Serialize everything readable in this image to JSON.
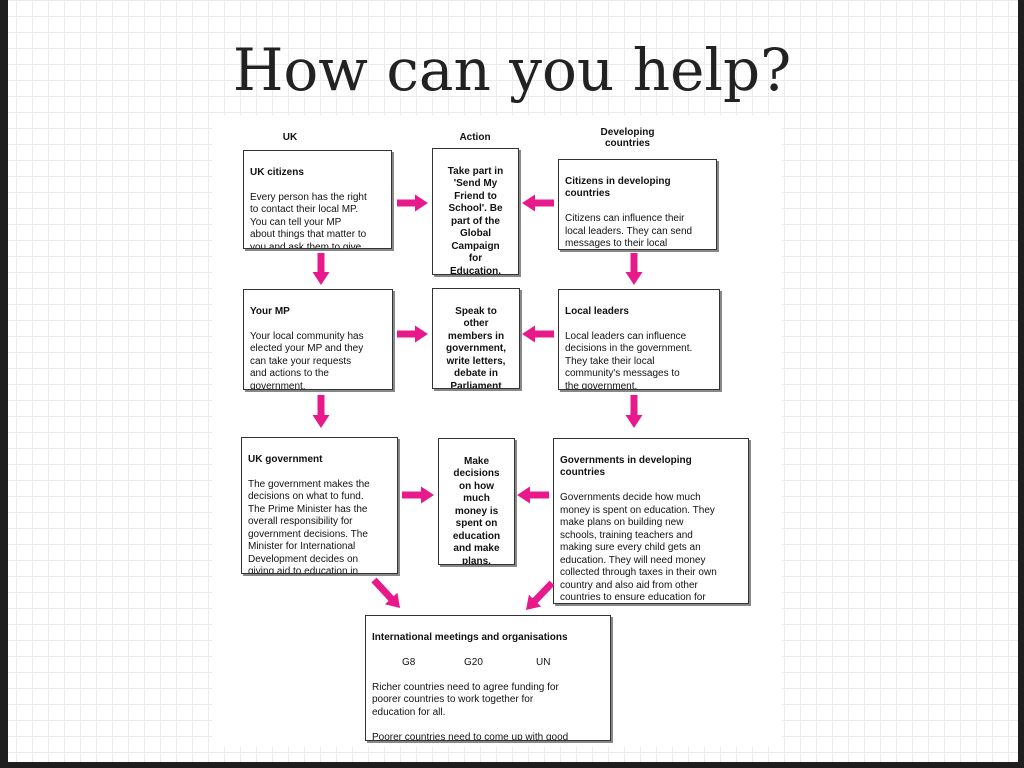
{
  "slide": {
    "title": "How can you help?"
  },
  "diagram": {
    "columns": {
      "uk": "UK",
      "action": "Action",
      "developing": "Developing\ncountries"
    },
    "uk_citizens": {
      "heading": "UK citizens",
      "body": "Every person has the right\nto contact their local MP.\nYou can tell your MP\nabout things that matter to\nyou and ask them to give\ntheir support."
    },
    "action_campaign": {
      "body": "Take part in\n'Send My\nFriend to\nSchool'. Be\npart of the\nGlobal\nCampaign\nfor\nEducation."
    },
    "dev_citizens": {
      "heading": "Citizens in developing\ncountries",
      "body": "Citizens can influence their\nlocal leaders. They can send\nmessages to their local\nleaders."
    },
    "your_mp": {
      "heading": "Your MP",
      "body": "Your local community has\nelected your MP and they\ncan take your requests\nand actions to the\ngovernment."
    },
    "action_speak": {
      "body": "Speak to\nother\nmembers in\ngovernment,\nwrite letters,\ndebate in\nParliament"
    },
    "local_leaders": {
      "heading": "Local leaders",
      "body": "Local leaders can influence\ndecisions in the government.\nThey take their local\ncommunity's messages to\nthe government."
    },
    "uk_government": {
      "heading": "UK government",
      "body": "The government makes the\ndecisions on what to fund.\nThe Prime Minister has the\noverall responsibility for\ngovernment decisions. The\nMinister for International\nDevelopment decides on\ngiving aid to education in\nother countries."
    },
    "action_decisions": {
      "body": "Make\ndecisions\non how\nmuch\nmoney is\nspent on\neducation\nand make\nplans."
    },
    "dev_governments": {
      "heading": "Governments in developing\ncountries",
      "body": "Governments decide how much\nmoney is spent on education. They\nmake plans on building new\nschools, training teachers and\nmaking sure every child gets an\neducation. They will need money\ncollected through taxes in their own\ncountry and also aid from other\ncountries to ensure education for\nevery child."
    },
    "international": {
      "heading": "International meetings and organisations",
      "orgs": [
        "G8",
        "G20",
        "UN"
      ],
      "body": "Richer countries need to agree funding for\npoorer countries to work together for\neducation for all.\n\nPoorer countries need to come up with good\nplans, such as providing good quality training\nfor teachers and making sure they are paid."
    },
    "arrow_color": "#e8198b"
  }
}
